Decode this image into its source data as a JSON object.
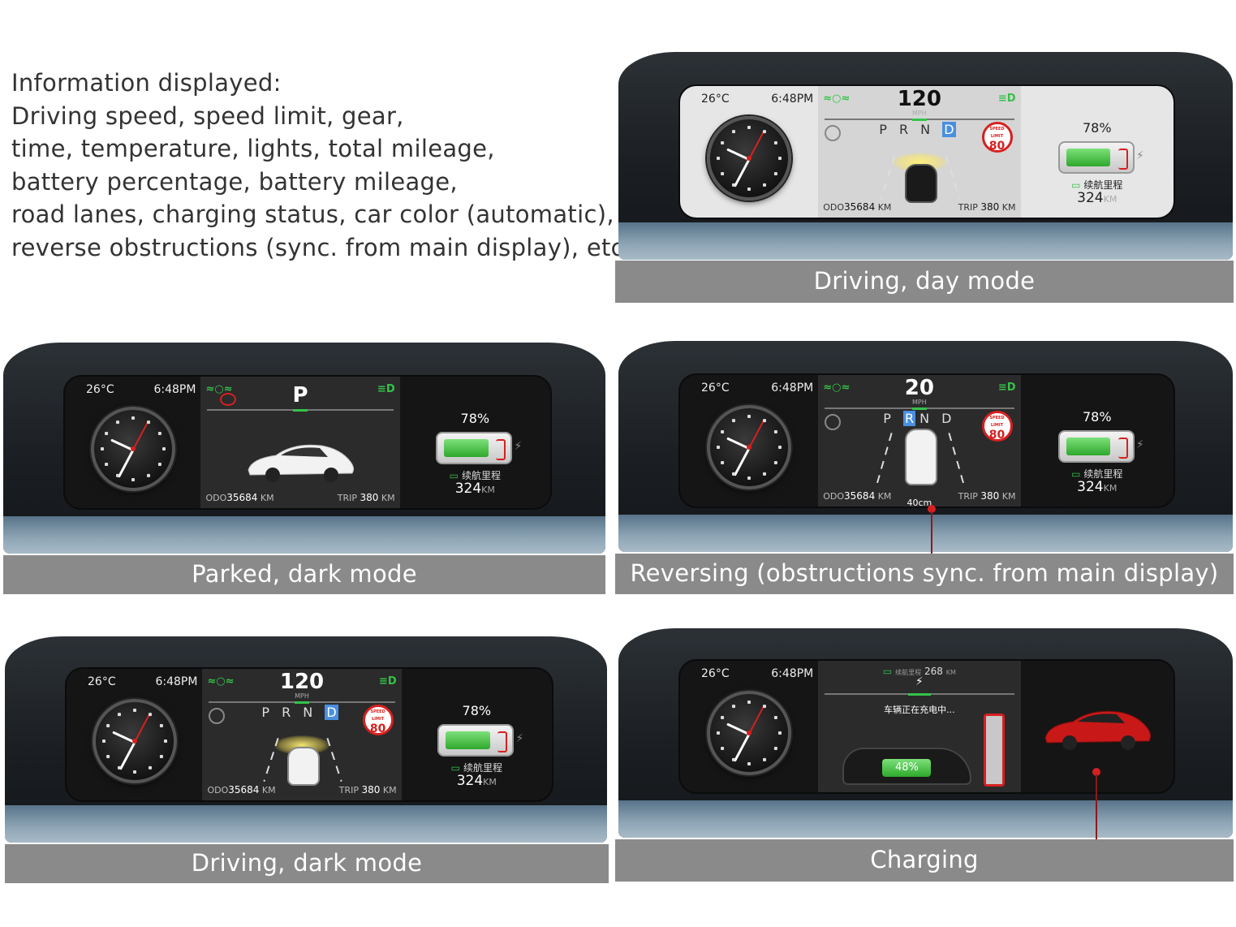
{
  "intro": {
    "lines": [
      "Information displayed:",
      "Driving speed, speed limit, gear,",
      "time, temperature, lights, total mileage,",
      "battery percentage, battery mileage,",
      "road lanes, charging status, car color (automatic),",
      "reverse obstructions (sync. from main display), etc."
    ]
  },
  "common": {
    "temp": "26°C",
    "time": "6:48PM",
    "mph": "MPH",
    "gears_prefix": "P R N",
    "speed_limit_label": "SPEED LIMIT",
    "speed_limit": "80",
    "odo_label": "ODO",
    "odo_value": "35684",
    "trip_label": "TRIP",
    "trip_value": "380",
    "unit_km": "KM",
    "battery_pct": "78%",
    "battery_level": 0.78,
    "range_label": "续航里程",
    "range_value": "324",
    "bolt": "⚡"
  },
  "panels": {
    "day": {
      "caption": "Driving, day mode",
      "speed": "120",
      "gear_active": "D"
    },
    "parked": {
      "caption": "Parked, dark mode",
      "gear": "P"
    },
    "reversing": {
      "caption": "Reversing (obstructions sync. from main display)",
      "speed": "20",
      "gear_active": "R",
      "gears_before": "P",
      "gears_after": "N D",
      "distance": "40cm"
    },
    "dark": {
      "caption": "Driving, dark mode",
      "speed": "120",
      "gear_active": "D"
    },
    "charging": {
      "caption": "Charging",
      "range_value": "268",
      "message": "车辆正在充电中...",
      "charge_pct": "48%",
      "charge_level": 0.48
    }
  }
}
